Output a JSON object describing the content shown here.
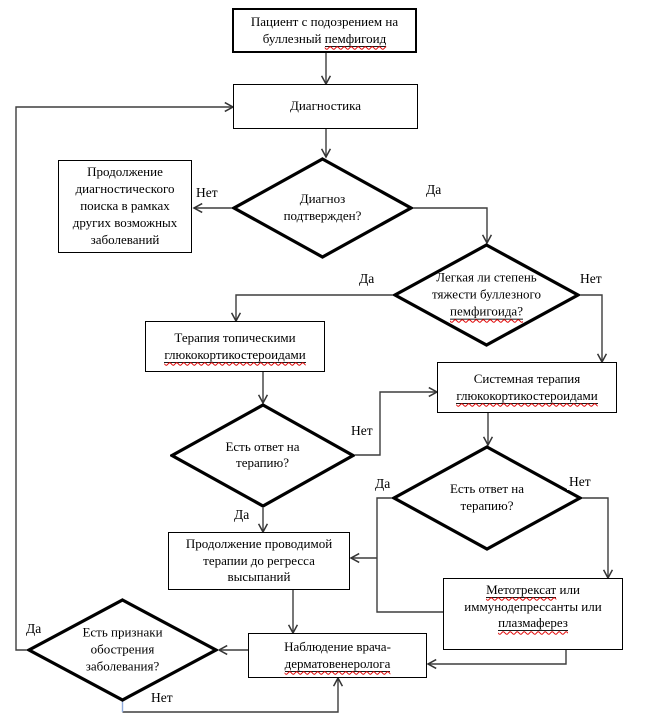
{
  "labels": {
    "yes": "Да",
    "no": "Нет"
  },
  "nodes": {
    "patient": {
      "text": "Пациент с подозрением на буллезный ",
      "misspelled": "пемфигоид"
    },
    "diagnostics": {
      "text": "Диагностика"
    },
    "continue_search": {
      "text": "Продолжение диагностического поиска в рамках других возможных заболеваний"
    },
    "diagnosis_q": {
      "text": "Диагноз подтвержден?"
    },
    "severity_q": {
      "text": "Легкая ли степень тяжести буллезного ",
      "misspelled": "пемфигоида?"
    },
    "topical": {
      "text": "Терапия топическими ",
      "misspelled": "глюкокортикостероидами"
    },
    "systemic": {
      "text": "Системная терапия ",
      "misspelled": "глюкокортикостероидами"
    },
    "response1_q": {
      "text": "Есть ответ на терапию?"
    },
    "response2_q": {
      "text": "Есть ответ на терапию?"
    },
    "continue_therapy": {
      "text": "Продолжение проводимой терапии до регресса высыпаний"
    },
    "methotrexate": {
      "misspelled1": "Метотрексат",
      "mid": " или иммунодепрессанты или ",
      "misspelled2": "плазмаферез"
    },
    "observation": {
      "text": "Наблюдение врача-",
      "misspelled": "дерматовенеролога"
    },
    "exacerbation_q": {
      "text": "Есть признаки обострения заболевания?"
    }
  },
  "colors": {
    "line": "#3d3d3d",
    "border": "#000000",
    "squiggle": "#e00000",
    "loop_stub": "#8faadc"
  }
}
